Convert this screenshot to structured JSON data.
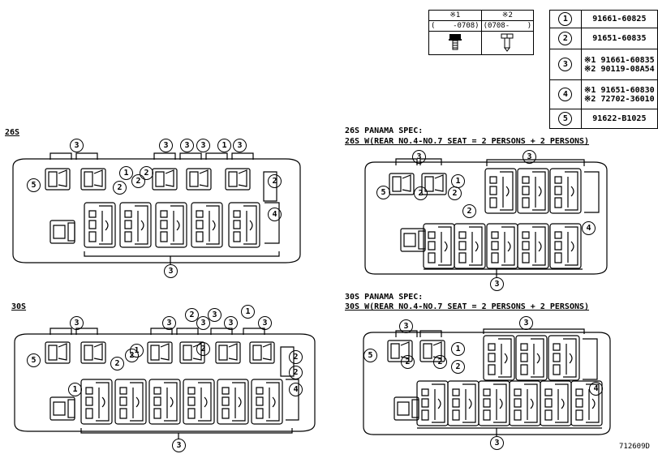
{
  "variant_table": {
    "headers": [
      "※1",
      "※2"
    ],
    "ranges": [
      "(    -0708)",
      "(0708-    )"
    ]
  },
  "parts": [
    {
      "num": "1",
      "lines": [
        "91661-60825"
      ]
    },
    {
      "num": "2",
      "lines": [
        "91651-60835"
      ]
    },
    {
      "num": "3",
      "lines": [
        "※1 91661-60835",
        "※2 90119-08A54"
      ]
    },
    {
      "num": "4",
      "lines": [
        "※1 91651-60830",
        "※2 72702-36010"
      ]
    },
    {
      "num": "5",
      "lines": [
        "91622-B1025"
      ]
    }
  ],
  "sections": {
    "s26": {
      "title": "26S"
    },
    "s26p": {
      "line1": "26S PANAMA SPEC:",
      "line2": "26S W(REAR NO.4-NO.7 SEAT = 2 PERSONS + 2 PERSONS)"
    },
    "s30": {
      "title": "30S"
    },
    "s30p": {
      "line1": "30S PANAMA SPEC:",
      "line2": "30S W(REAR NO.4-NO.7 SEAT = 2 PERSONS + 2 PERSONS)"
    }
  },
  "callouts": {
    "c1": "1",
    "c2": "2",
    "c3": "3",
    "c4": "4",
    "c5": "5"
  },
  "figure_code": "712609D"
}
